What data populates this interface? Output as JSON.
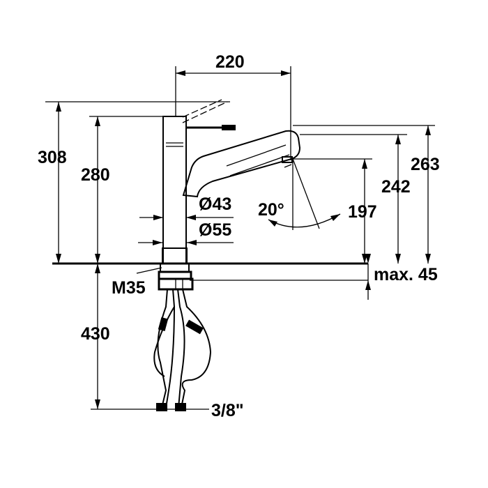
{
  "drawing": {
    "dimensions": {
      "spout_reach": "220",
      "total_height": "308",
      "body_height": "280",
      "max_outlet_height": "263",
      "outlet_height": "242",
      "outlet_height_extended": "197",
      "base_diameter_inner": "Ø43",
      "base_diameter_outer": "Ø55",
      "swivel_angle": "20°",
      "mount_thread": "M35",
      "max_thickness": "max. 45",
      "hose_length": "430",
      "connection_size": "3/8\""
    }
  }
}
